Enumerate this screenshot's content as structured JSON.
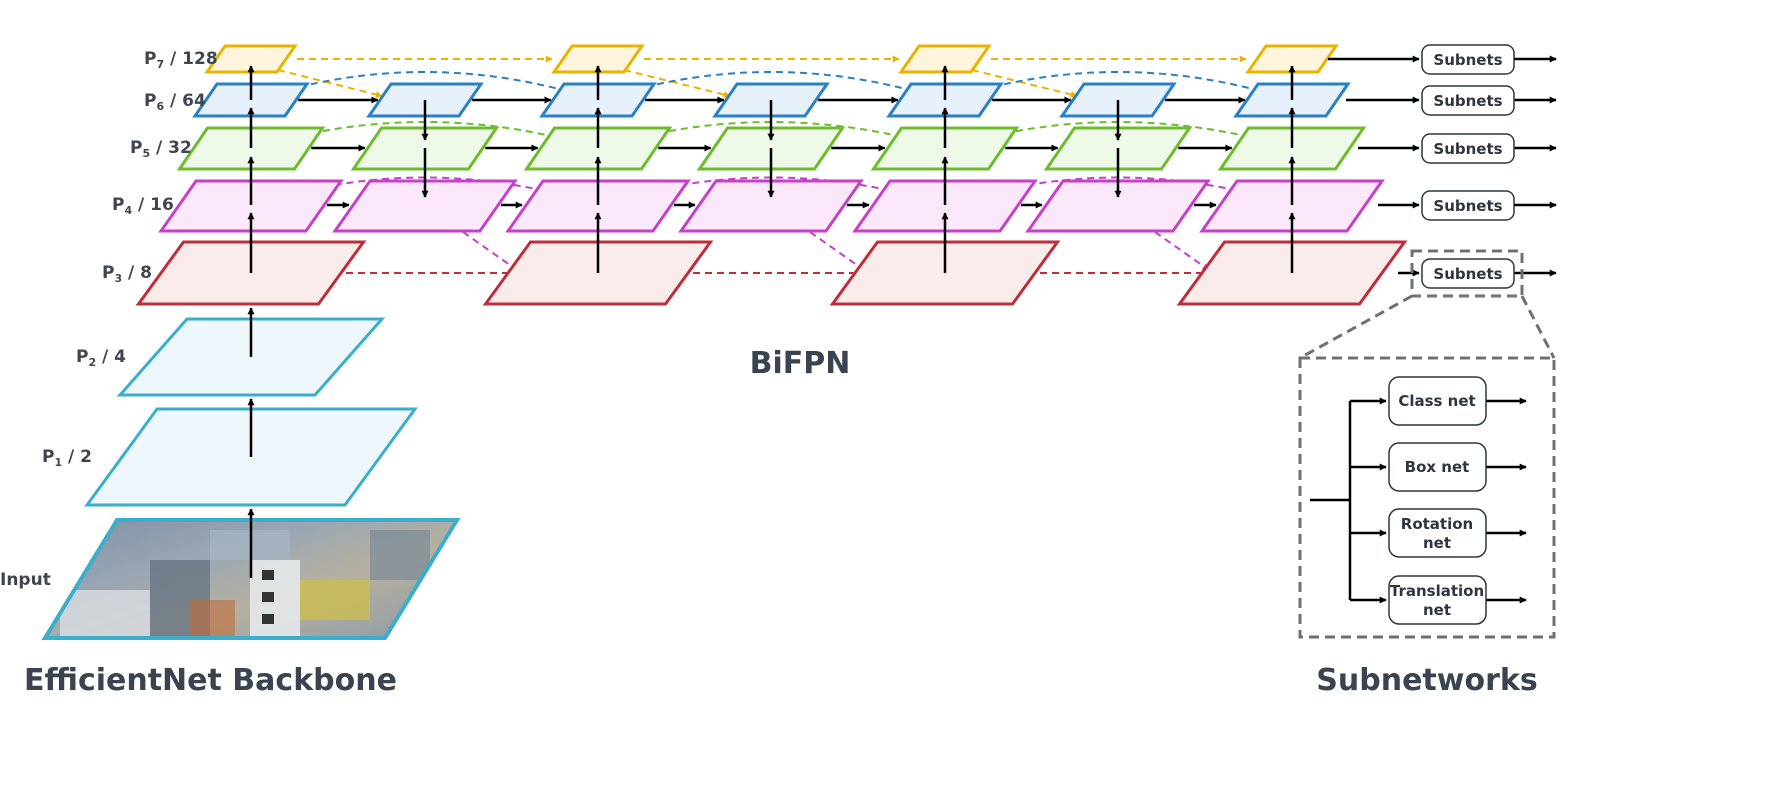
{
  "colors": {
    "P7": {
      "stroke": "#e8b400",
      "fill": "#fff5dc"
    },
    "P6": {
      "stroke": "#2a80c4",
      "fill": "#e7f1fb"
    },
    "P5": {
      "stroke": "#6cbc2c",
      "fill": "#eff9e8"
    },
    "P4": {
      "stroke": "#c640c8",
      "fill": "#fbe9fb"
    },
    "P3": {
      "stroke": "#bf2d3a",
      "fill": "#fbecec"
    },
    "backbone": {
      "stroke": "#3aaecb",
      "fill": "#eef7fb"
    }
  },
  "levels": {
    "P7": {
      "name": "P",
      "sub": "7",
      "suffix": " / 128"
    },
    "P6": {
      "name": "P",
      "sub": "6",
      "suffix": " / 64"
    },
    "P5": {
      "name": "P",
      "sub": "5",
      "suffix": " / 32"
    },
    "P4": {
      "name": "P",
      "sub": "4",
      "suffix": " / 16"
    },
    "P3": {
      "name": "P",
      "sub": "3",
      "suffix": " / 8"
    },
    "P2": {
      "name": "P",
      "sub": "2",
      "suffix": " / 4"
    },
    "P1": {
      "name": "P",
      "sub": "1",
      "suffix": " / 2"
    }
  },
  "input_label": "Input",
  "bifpn_title": "BiFPN",
  "backbone_title": "EfficientNet Backbone",
  "subnetworks_title": "Subnetworks",
  "subnets_label": "Subnets",
  "subnetworks": {
    "class_net": [
      "Class net"
    ],
    "box_net": [
      "Box net"
    ],
    "rotation_net": [
      "Rotation",
      "net"
    ],
    "translation_net": [
      "Translation",
      "net"
    ]
  }
}
